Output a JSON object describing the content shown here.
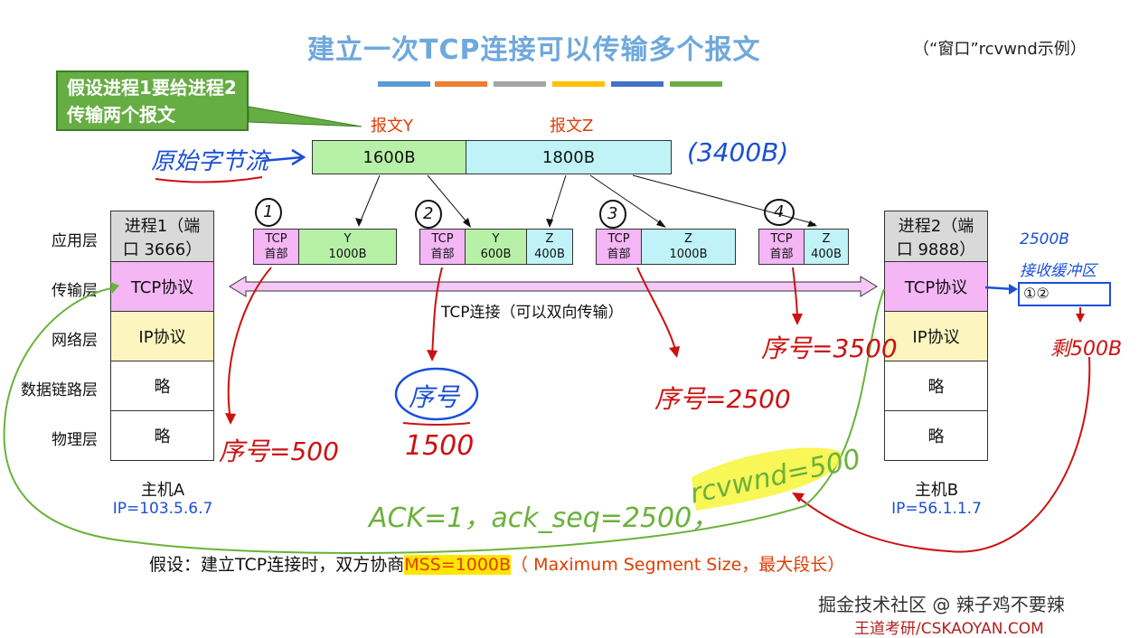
{
  "title": "建立一次TCP连接可以传输多个报文",
  "subtitle": "（“窗口”rcvwnd示例）",
  "color_bars": [
    "#5b9bd5",
    "#ed7d31",
    "#a5a5a5",
    "#ffc000",
    "#4472c4",
    "#70ad47"
  ],
  "callout": "假设进程1要给进程2传输两个报文",
  "message_labels": {
    "y": "报文Y",
    "z": "报文Z"
  },
  "byte_stream": {
    "y": "1600B",
    "z": "1800B"
  },
  "segments": {
    "s1": {
      "tcp": "TCP",
      "hdr": "首部",
      "y": "Y",
      "ysize": "1000B"
    },
    "s2": {
      "tcp": "TCP",
      "hdr": "首部",
      "y": "Y",
      "ysize": "600B",
      "z": "Z",
      "zsize": "400B"
    },
    "s3": {
      "tcp": "TCP",
      "hdr": "首部",
      "z": "Z",
      "zsize": "1000B"
    },
    "s4": {
      "tcp": "TCP",
      "hdr": "首部",
      "z": "Z",
      "zsize": "400B"
    }
  },
  "layers": [
    "应用层",
    "传输层",
    "网络层",
    "数据链路层",
    "物理层"
  ],
  "hostA": {
    "process": "进程1（端口 3666）",
    "tcp": "TCP协议",
    "ip": "IP协议",
    "link": "略",
    "phys": "略",
    "name": "主机A",
    "addr": "IP=103.5.6.7"
  },
  "hostB": {
    "process": "进程2（端口 9888）",
    "tcp": "TCP协议",
    "ip": "IP协议",
    "link": "略",
    "phys": "略",
    "name": "主机B",
    "addr": "IP=56.1.1.7"
  },
  "connection_label": "TCP连接（可以双向传输）",
  "note": {
    "prefix": "假设：建立TCP连接时，双方协商",
    "mss": "MSS=1000B",
    "rest": "（ Maximum Segment Size，最大段长）"
  },
  "annotations": {
    "raw_stream": "原始字节流",
    "total": "(3400B)",
    "n1": "1",
    "n2": "2",
    "n3": "3",
    "n4": "4",
    "seq1": "序号=500",
    "seq2_top": "序号",
    "seq2_val": "1500",
    "seq3": "序号=2500",
    "seq4": "序号=3500",
    "buffer_size": "2500B",
    "buffer_label": "接收缓冲区",
    "buffer_content": "①②",
    "remaining": "剩500B",
    "ack": "ACK=1，ack_seq=2500，",
    "rcvwnd": "rcvwnd=500"
  },
  "footer": {
    "line1": "掘金技术社区 @ 辣子鸡不要辣",
    "line2": "王道考研/CSKAOYAN.COM"
  }
}
